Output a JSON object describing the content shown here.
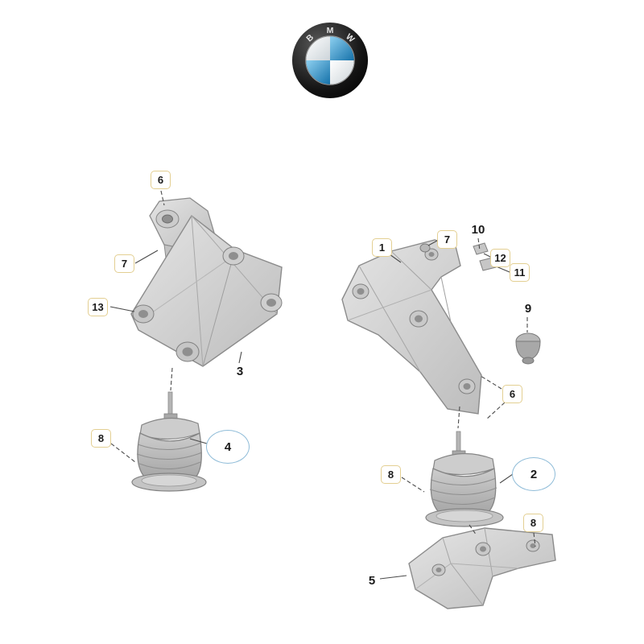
{
  "logo": {
    "brand": "BMW",
    "letters": [
      "B",
      "M",
      "W"
    ]
  },
  "appearance": {
    "background": "#FFFFFF",
    "callout_box_border": "#E3CF92",
    "highlight_circle": "#8FBCD8",
    "leader_line": "#4A4A4A",
    "part_fill": "#D4D4D4",
    "logo_blue": "#2E8FC9",
    "logo_black": "#0A0A0A"
  },
  "diagram": {
    "callouts": [
      {
        "label": "6",
        "style": "boxed"
      },
      {
        "label": "7",
        "style": "boxed"
      },
      {
        "label": "13",
        "style": "boxed"
      },
      {
        "label": "3",
        "style": "plain"
      },
      {
        "label": "8",
        "style": "boxed"
      },
      {
        "label": "4",
        "style": "circled"
      },
      {
        "label": "1",
        "style": "boxed"
      },
      {
        "label": "7",
        "style": "boxed"
      },
      {
        "label": "10",
        "style": "plain"
      },
      {
        "label": "12",
        "style": "boxed"
      },
      {
        "label": "11",
        "style": "boxed"
      },
      {
        "label": "9",
        "style": "plain"
      },
      {
        "label": "6",
        "style": "boxed"
      },
      {
        "label": "8",
        "style": "boxed"
      },
      {
        "label": "2",
        "style": "circled"
      },
      {
        "label": "8",
        "style": "boxed"
      },
      {
        "label": "5",
        "style": "plain"
      }
    ]
  }
}
